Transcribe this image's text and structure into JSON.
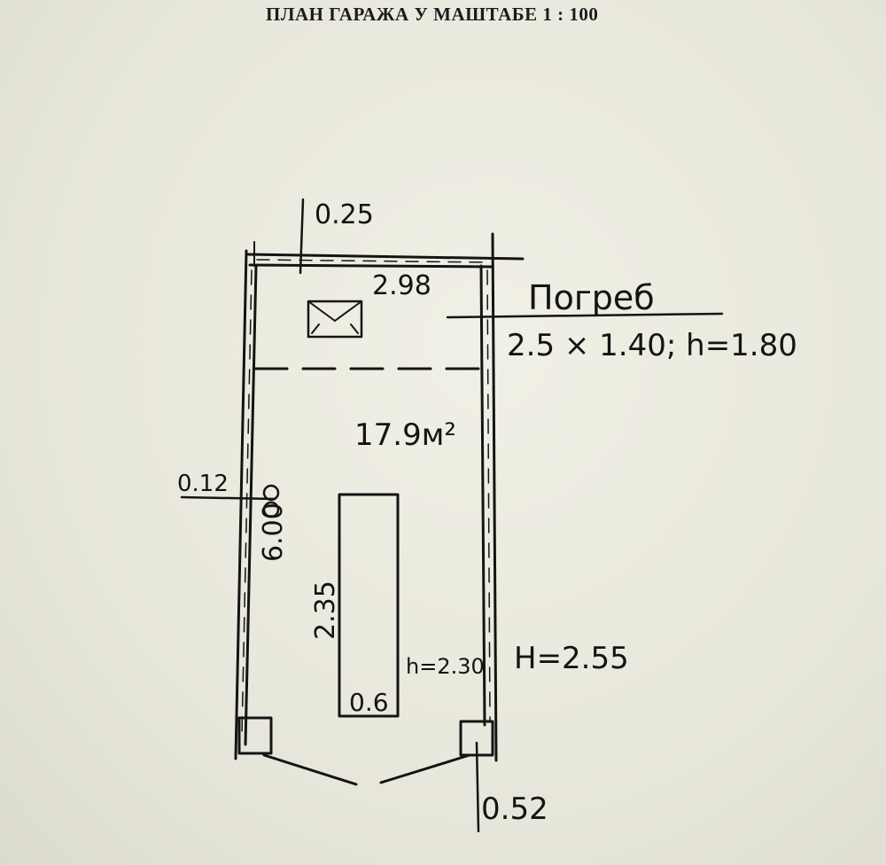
{
  "document": {
    "header": "ПЛАН ГАРАЖА У МАШТАБЕ 1 : 100"
  },
  "plan": {
    "wall_top_thickness": "0.25",
    "inner_width": "2.98",
    "cellar_label": "Погреб",
    "cellar_dims": "2.5 × 1.40; h=1.80",
    "area": "17.9м²",
    "side_wall_thickness": "0.12",
    "inner_length": "6.00",
    "pit_length": "2.35",
    "pit_width": "0.6",
    "pit_depth": "h=2.30",
    "garage_height": "H=2.55",
    "pillar_width": "0.52"
  },
  "colors": {
    "ink": "#141414",
    "paper": "#ecebe0"
  }
}
